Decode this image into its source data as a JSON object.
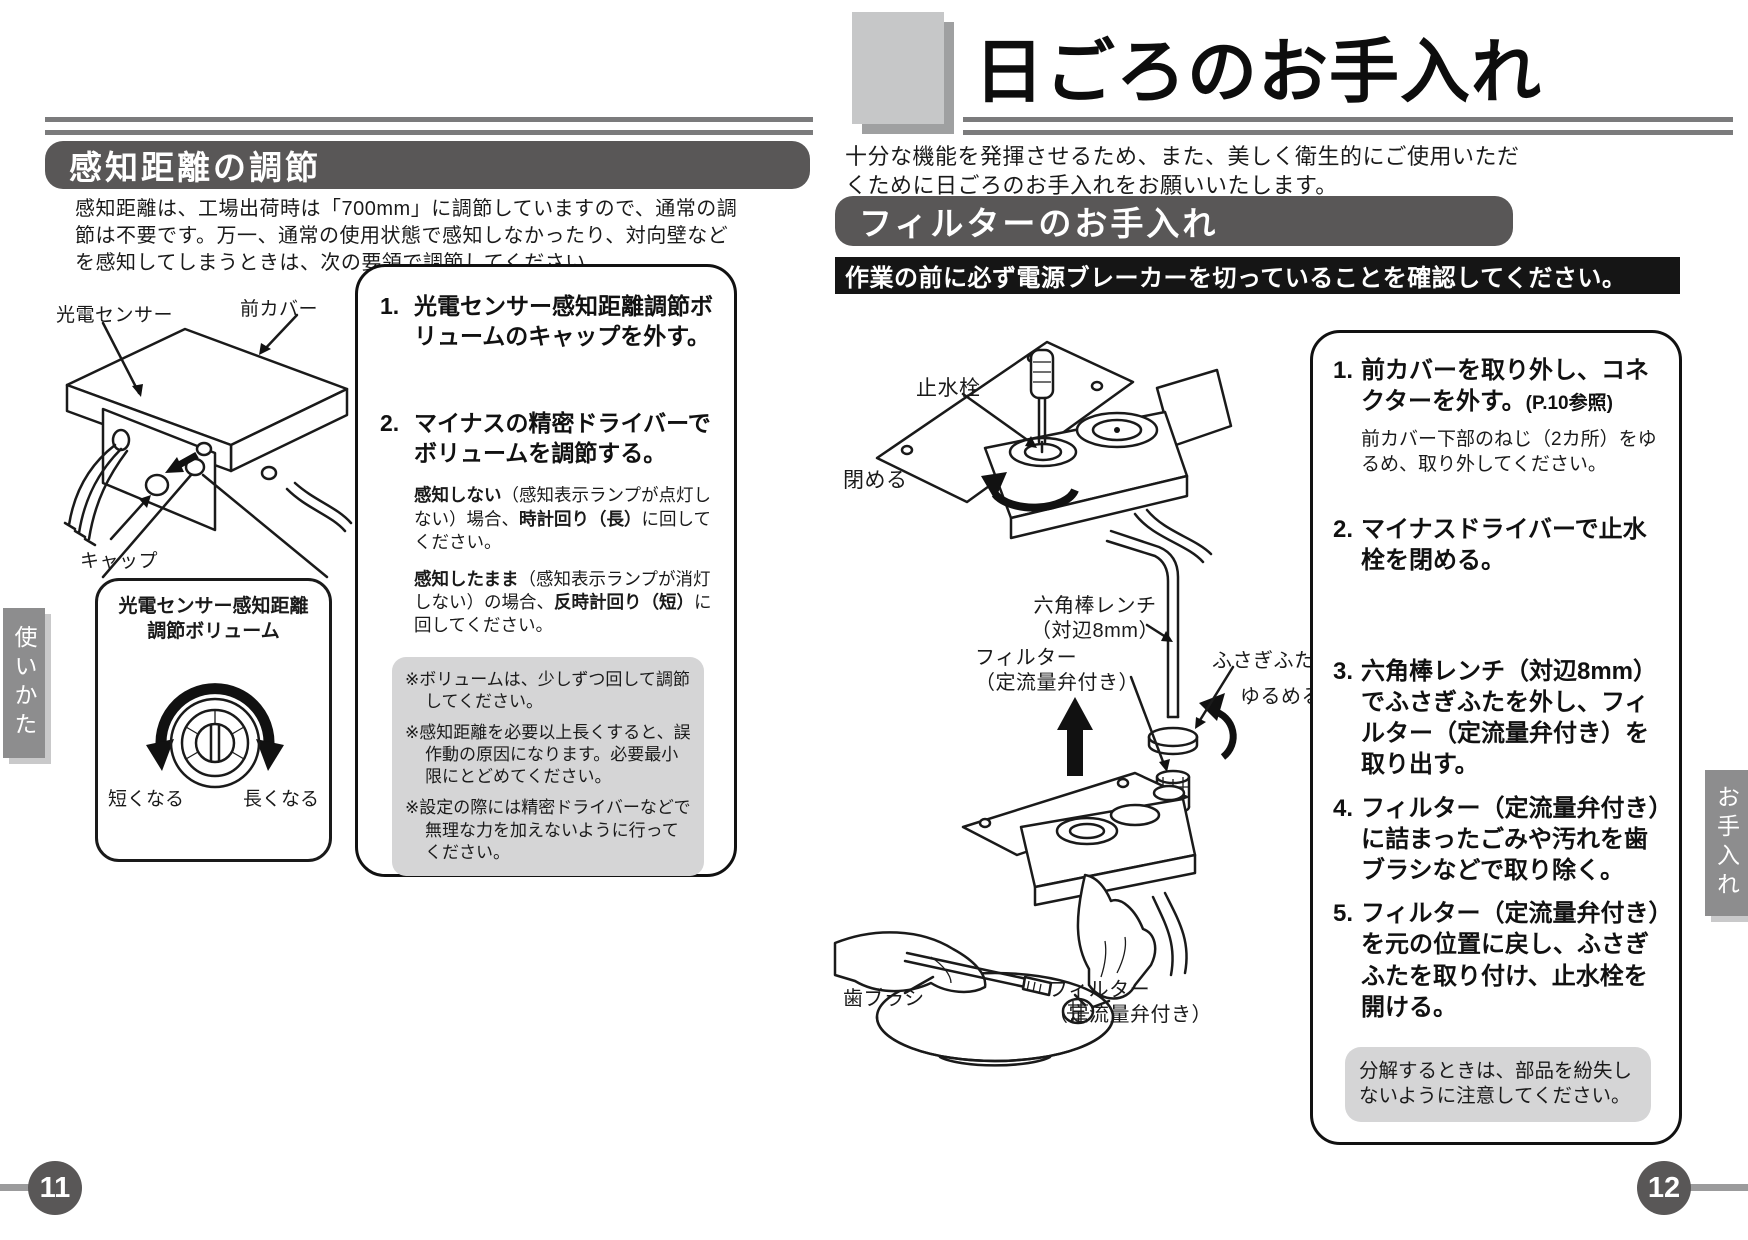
{
  "colors": {
    "bar_gray": "#595757",
    "rule_gray": "#7b7b7c",
    "note_bg": "#d5d5d6",
    "warn_bar": "#151515",
    "tab_gray": "#8d8d8e",
    "badge_gray": "#595757",
    "title_square": "#c6c7c8",
    "title_square_shadow": "#9fa0a1"
  },
  "left": {
    "page_number": "11",
    "tab": "使いかた",
    "section_title": "感知距離の調節",
    "intro": "感知距離は、工場出荷時は「700mm」に調節していますので、通常の調節は不要です。万一、通常の使用状態で感知しなかったり、対向壁などを感知してしまうときは、次の要領で調節してください。",
    "labels": {
      "sensor": "光電センサー",
      "front_cover": "前カバー",
      "cap": "キャップ"
    },
    "callout": {
      "line1": "光電センサー感知距離",
      "line2": "調節ボリューム",
      "shorter": "短くなる",
      "longer": "長くなる"
    },
    "steps": [
      {
        "num": "1.",
        "text": "光電センサー感知距離調節ボリュームのキャップを外す。"
      },
      {
        "num": "2.",
        "text": "マイナスの精密ドライバーでボリュームを調節する。"
      }
    ],
    "detail1": {
      "b1": "感知しない",
      "t1": "（感知表示ランプが点灯しない）場合、",
      "b2": "時計回り（長）",
      "t2": "に回してください。"
    },
    "detail2": {
      "b1": "感知したまま",
      "t1": "（感知表示ランプが消灯しない）の場合、",
      "b2": "反時計回り（短）",
      "t2": "に回してください。"
    },
    "notes": [
      "※ボリュームは、少しずつ回して調節してください。",
      "※感知距離を必要以上長くすると、誤作動の原因になります。必要最小限にとどめてください。",
      "※設定の際には精密ドライバーなどで無理な力を加えないように行ってください。"
    ]
  },
  "right": {
    "page_number": "12",
    "tab": "お手入れ",
    "title": "日ごろのお手入れ",
    "intro": "十分な機能を発揮させるため、また、美しく衛生的にご使用いただくために日ごろのお手入れをお願いいたします。",
    "section_title": "フィルターのお手入れ",
    "warning": "作業の前に必ず電源ブレーカーを切っていることを確認してください。",
    "labels": {
      "shutoff": "止水栓",
      "close": "閉める",
      "hex1": "六角棒レンチ",
      "hex2": "（対辺8mm）",
      "filter1": "フィルター",
      "filter2": "（定流量弁付き）",
      "plug": "ふさぎふた",
      "loosen": "ゆるめる",
      "toothbrush": "歯ブラシ"
    },
    "steps": [
      {
        "num": "1.",
        "text": "前カバーを取り外し、コネクターを外す。",
        "ref": "(P.10参照)",
        "sub": "前カバー下部のねじ（2カ所）をゆるめ、取り外してください。"
      },
      {
        "num": "2.",
        "text": "マイナスドライバーで止水栓を閉める。"
      },
      {
        "num": "3.",
        "text": "六角棒レンチ（対辺8mm）でふさぎふたを外し、フィルター（定流量弁付き）を取り出す。"
      },
      {
        "num": "4.",
        "text": "フィルター（定流量弁付き）に詰まったごみや汚れを歯ブラシなどで取り除く。"
      },
      {
        "num": "5.",
        "text": "フィルター（定流量弁付き）を元の位置に戻し、ふさぎふたを取り付け、止水栓を開ける。"
      }
    ],
    "note": "分解するときは、部品を紛失しないように注意してください。"
  }
}
